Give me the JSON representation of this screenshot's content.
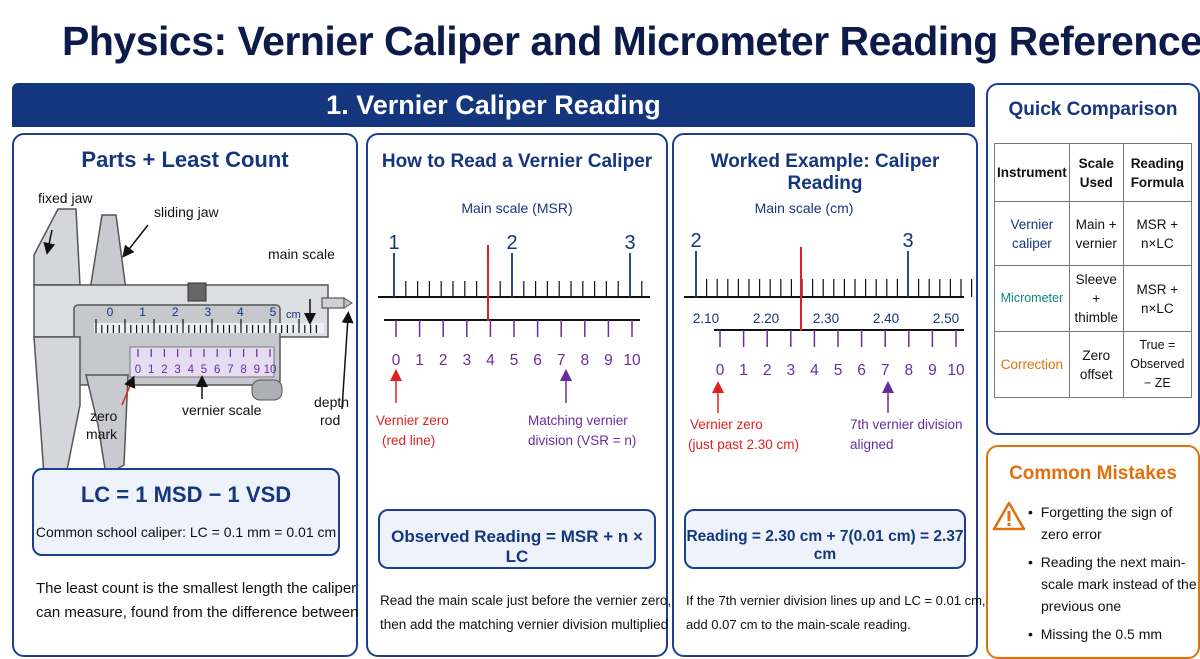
{
  "page_title": "Physics: Vernier Caliper and Micrometer Reading Reference",
  "section_title": "1. Vernier Caliper Reading",
  "colors": {
    "navy": "#14367e",
    "red": "#e02020",
    "purple": "#6a2ca0",
    "teal": "#0a8a7a",
    "orange": "#e0700a"
  },
  "parts_panel": {
    "title": "Parts + Least Count",
    "labels": {
      "fixed_jaw": "fixed jaw",
      "sliding_jaw": "sliding jaw",
      "main_scale": "main scale",
      "zero_mark_1": "zero",
      "zero_mark_2": "mark",
      "vernier_scale": "vernier scale",
      "depth_rod_1": "depth",
      "depth_rod_2": "rod",
      "unit": "cm"
    },
    "main_numbers": [
      "0",
      "1",
      "2",
      "3",
      "4",
      "5"
    ],
    "vernier_numbers": [
      "0",
      "1",
      "2",
      "3",
      "4",
      "5",
      "6",
      "7",
      "8",
      "9",
      "10"
    ],
    "lc_formula": "LC = 1 MSD − 1 VSD",
    "lc_note": "Common school caliper: LC = 0.1 mm = 0.01 cm",
    "body_line1": "The least count is the smallest length the caliper",
    "body_line2": "can measure, found from the difference between"
  },
  "howto_panel": {
    "title": "How to Read a Vernier Caliper",
    "scale_label": "Main scale (MSR)",
    "main_numbers": [
      "1",
      "2",
      "3"
    ],
    "vernier_numbers": [
      "0",
      "1",
      "2",
      "3",
      "4",
      "5",
      "6",
      "7",
      "8",
      "9",
      "10"
    ],
    "red_label_1": "Vernier zero",
    "red_label_2": "(red line)",
    "purple_label_1": "Matching vernier",
    "purple_label_2": "division (VSR = n)",
    "formula": "Observed Reading = MSR + n × LC",
    "body_line1": "Read the main scale just before the vernier zero,",
    "body_line2": "then add the matching vernier division multiplied"
  },
  "example_panel": {
    "title": "Worked Example: Caliper Reading",
    "scale_label": "Main scale (cm)",
    "main_numbers": [
      "2",
      "3"
    ],
    "sub_numbers": [
      "2.10",
      "2.20",
      "2.30",
      "2.40",
      "2.50"
    ],
    "vernier_numbers": [
      "0",
      "1",
      "2",
      "3",
      "4",
      "5",
      "6",
      "7",
      "8",
      "9",
      "10"
    ],
    "red_label_1": "Vernier zero",
    "red_label_2": "(just past 2.30 cm)",
    "purple_label_1": "7th vernier division",
    "purple_label_2": "aligned",
    "formula": "Reading = 2.30 cm + 7(0.01 cm) = 2.37 cm",
    "body_line1": "If the 7th vernier division lines up and LC = 0.01 cm,",
    "body_line2": "add 0.07 cm to the main-scale reading."
  },
  "comparison": {
    "title": "Quick Comparison",
    "headers": [
      [
        "Instrument"
      ],
      [
        "Scale",
        "Used"
      ],
      [
        "Reading",
        "Formula"
      ]
    ],
    "rows": [
      {
        "instrument": [
          "Vernier",
          "caliper"
        ],
        "scale": [
          "Main +",
          "vernier"
        ],
        "formula": [
          "MSR + n×LC"
        ]
      },
      {
        "instrument": [
          "Micrometer"
        ],
        "scale": [
          "Sleeve +",
          "thimble"
        ],
        "formula": [
          "MSR + n×LC"
        ]
      },
      {
        "instrument": [
          "Correction"
        ],
        "scale": [
          "Zero",
          "offset"
        ],
        "formula": [
          "True =",
          "Observed − ZE"
        ]
      }
    ]
  },
  "mistakes": {
    "title": "Common Mistakes",
    "warning_icon": "warning-icon",
    "items": [
      [
        "Forgetting the sign of",
        "zero error"
      ],
      [
        "Reading the next main-",
        "scale mark instead of the",
        "previous one"
      ],
      [
        "Missing the 0.5 mm"
      ]
    ]
  }
}
